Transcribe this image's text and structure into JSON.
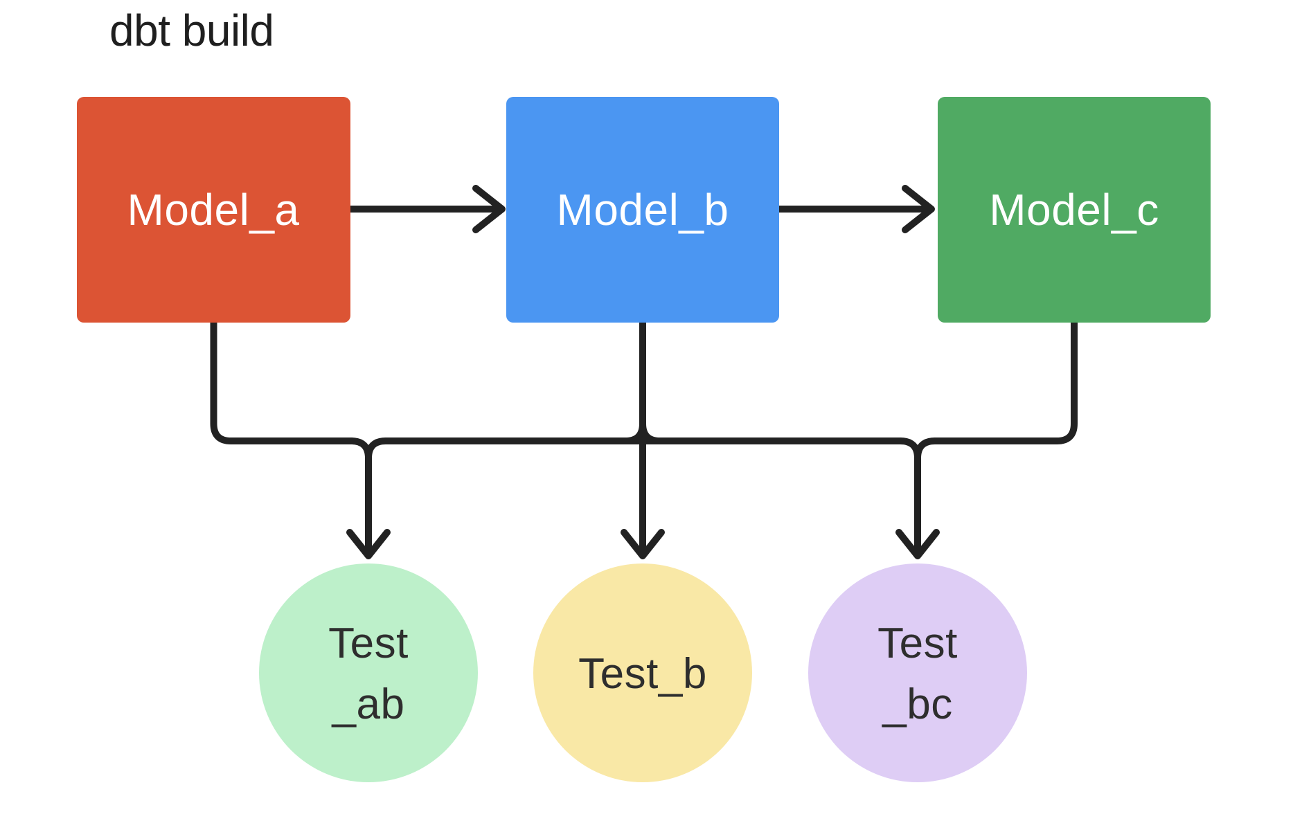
{
  "diagram": {
    "title": "dbt build",
    "title_color": "#1f1f1f",
    "canvas_background": "#ffffff",
    "connector_color": "#222222",
    "models": [
      {
        "id": "model_a",
        "label": "Model_a",
        "color": "#dc5434",
        "text_color": "#ffffff",
        "shape": "rectangle"
      },
      {
        "id": "model_b",
        "label": "Model_b",
        "color": "#4b96f2",
        "text_color": "#ffffff",
        "shape": "rectangle"
      },
      {
        "id": "model_c",
        "label": "Model_c",
        "color": "#50aa63",
        "text_color": "#ffffff",
        "shape": "rectangle"
      }
    ],
    "tests": [
      {
        "id": "test_ab",
        "lines": [
          "Test",
          "_ab"
        ],
        "color": "#bdf0ca",
        "text_color": "#2e2e2e",
        "shape": "circle"
      },
      {
        "id": "test_b",
        "lines": [
          "Test_b"
        ],
        "color": "#f9e8a6",
        "text_color": "#2e2e2e",
        "shape": "circle"
      },
      {
        "id": "test_bc",
        "lines": [
          "Test",
          "_bc"
        ],
        "color": "#decdf5",
        "text_color": "#2e2e2e",
        "shape": "circle"
      }
    ],
    "edges": [
      {
        "from": "model_a",
        "to": "model_b"
      },
      {
        "from": "model_b",
        "to": "model_c"
      },
      {
        "from": "model_a",
        "to": "test_ab"
      },
      {
        "from": "model_b",
        "to": "test_ab"
      },
      {
        "from": "model_b",
        "to": "test_b"
      },
      {
        "from": "model_b",
        "to": "test_bc"
      },
      {
        "from": "model_c",
        "to": "test_bc"
      }
    ]
  }
}
